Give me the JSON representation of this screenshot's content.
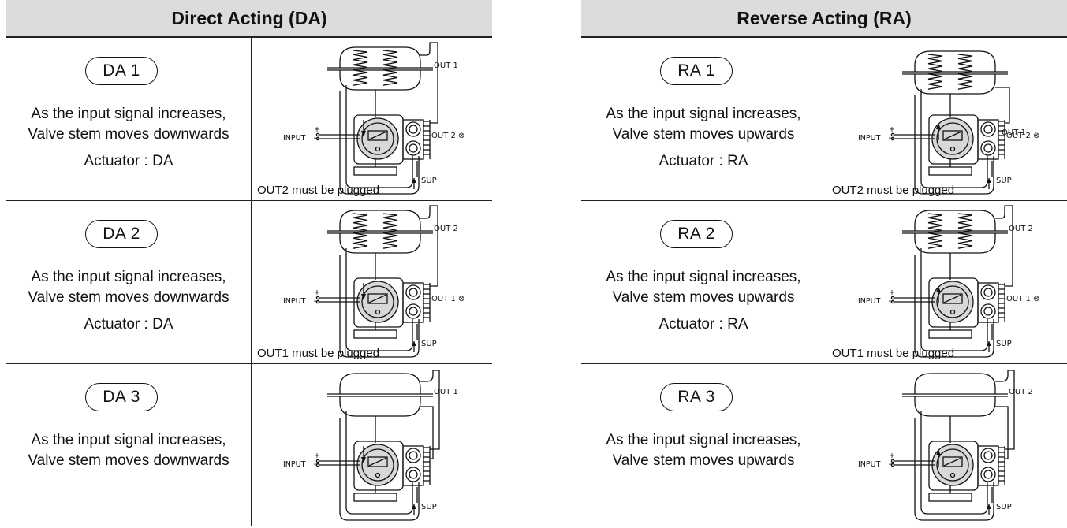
{
  "panels": [
    {
      "header": "Direct Acting (DA)",
      "rows": [
        {
          "mode": "DA 1",
          "line1": "As the input signal increases,",
          "line2": "Valve stem moves downwards",
          "actuator": "Actuator : DA",
          "note": "OUT2  must be plugged",
          "out_top": "OUT 1",
          "out_side": "OUT 2 ⊗",
          "input_label": "INPUT",
          "sup_label": "SUP"
        },
        {
          "mode": "DA 2",
          "line1": "As the input signal increases,",
          "line2": "Valve stem moves downwards",
          "actuator": "Actuator : DA",
          "note": "OUT1  must be plugged",
          "out_top": "OUT 2",
          "out_side": "OUT 1 ⊗",
          "input_label": "INPUT",
          "sup_label": "SUP"
        },
        {
          "mode": "DA 3",
          "line1": "As the input signal increases,",
          "line2": "Valve stem moves downwards",
          "actuator": "",
          "note": "",
          "out_top": "OUT 1",
          "out_side": "",
          "input_label": "INPUT",
          "sup_label": "SUP"
        }
      ]
    },
    {
      "header": "Reverse Acting (RA)",
      "rows": [
        {
          "mode": "RA 1",
          "line1": "As the input signal increases,",
          "line2": "Valve stem moves upwards",
          "actuator": "Actuator : RA",
          "note": "OUT2  must be plugged",
          "out_top": "OUT 1",
          "out_side": "OUT 2 ⊗",
          "input_label": "INPUT",
          "sup_label": "SUP"
        },
        {
          "mode": "RA 2",
          "line1": "As the input signal increases,",
          "line2": "Valve stem moves upwards",
          "actuator": "Actuator : RA",
          "note": "OUT1  must be plugged",
          "out_top": "OUT 2",
          "out_side": "OUT 1 ⊗",
          "input_label": "INPUT",
          "sup_label": "SUP"
        },
        {
          "mode": "RA 3",
          "line1": "As the input signal increases,",
          "line2": "Valve stem moves upwards",
          "actuator": "",
          "note": "",
          "out_top": "OUT 2",
          "out_side": "",
          "input_label": "INPUT",
          "sup_label": "SUP"
        }
      ]
    }
  ]
}
